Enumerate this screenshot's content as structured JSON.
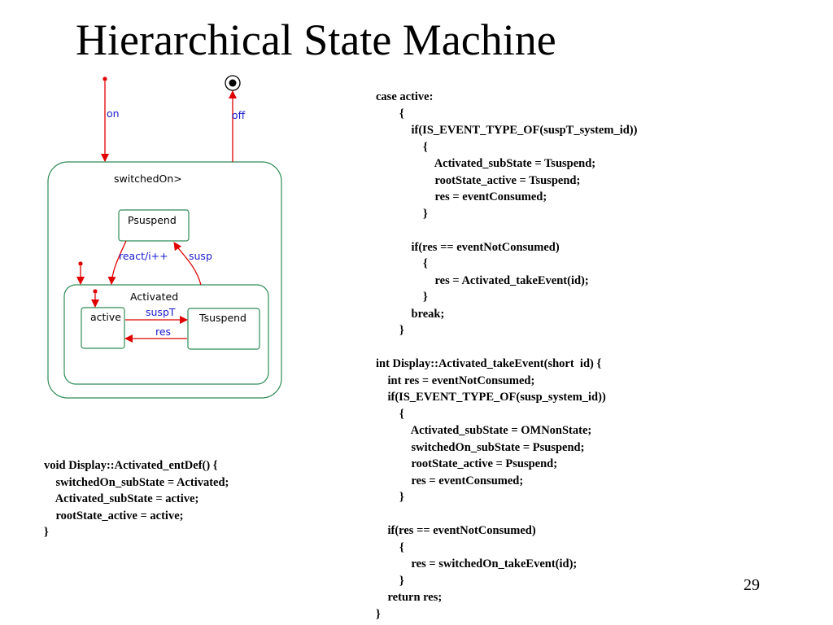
{
  "slide": {
    "title": "Hierarchical State Machine",
    "page_number": "29"
  },
  "diagram": {
    "transitions": {
      "on": "on",
      "off": "off",
      "react": "react/i++",
      "susp": "susp",
      "suspT": "suspT",
      "res": "res"
    },
    "states": {
      "switched_on": "switchedOn>",
      "psuspend": "Psuspend",
      "activated": "Activated",
      "active": "active",
      "tsuspend": "Tsuspend"
    },
    "colors": {
      "state_border": "#2e8b57",
      "transition": "#e00000",
      "label": "#1a1acc"
    }
  },
  "code_right": [
    "case active:",
    "        {",
    "            if(IS_EVENT_TYPE_OF(suspT_system_id))",
    "                {",
    "                    Activated_subState = Tsuspend;",
    "                    rootState_active = Tsuspend;",
    "                    res = eventConsumed;",
    "                }",
    "",
    "            if(res == eventNotConsumed)",
    "                {",
    "                    res = Activated_takeEvent(id);",
    "                }",
    "            break;",
    "        }",
    "",
    "int Display::Activated_takeEvent(short  id) {",
    "    int res = eventNotConsumed;",
    "    if(IS_EVENT_TYPE_OF(susp_system_id))",
    "        {",
    "            Activated_subState = OMNonState;",
    "            switchedOn_subState = Psuspend;",
    "            rootState_active = Psuspend;",
    "            res = eventConsumed;",
    "        }",
    "",
    "    if(res == eventNotConsumed)",
    "        {",
    "            res = switchedOn_takeEvent(id);",
    "        }",
    "    return res;",
    "}"
  ],
  "code_left": [
    "void Display::Activated_entDef() {",
    "    switchedOn_subState = Activated;",
    "    Activated_subState = active;",
    "    rootState_active = active;",
    "}"
  ]
}
